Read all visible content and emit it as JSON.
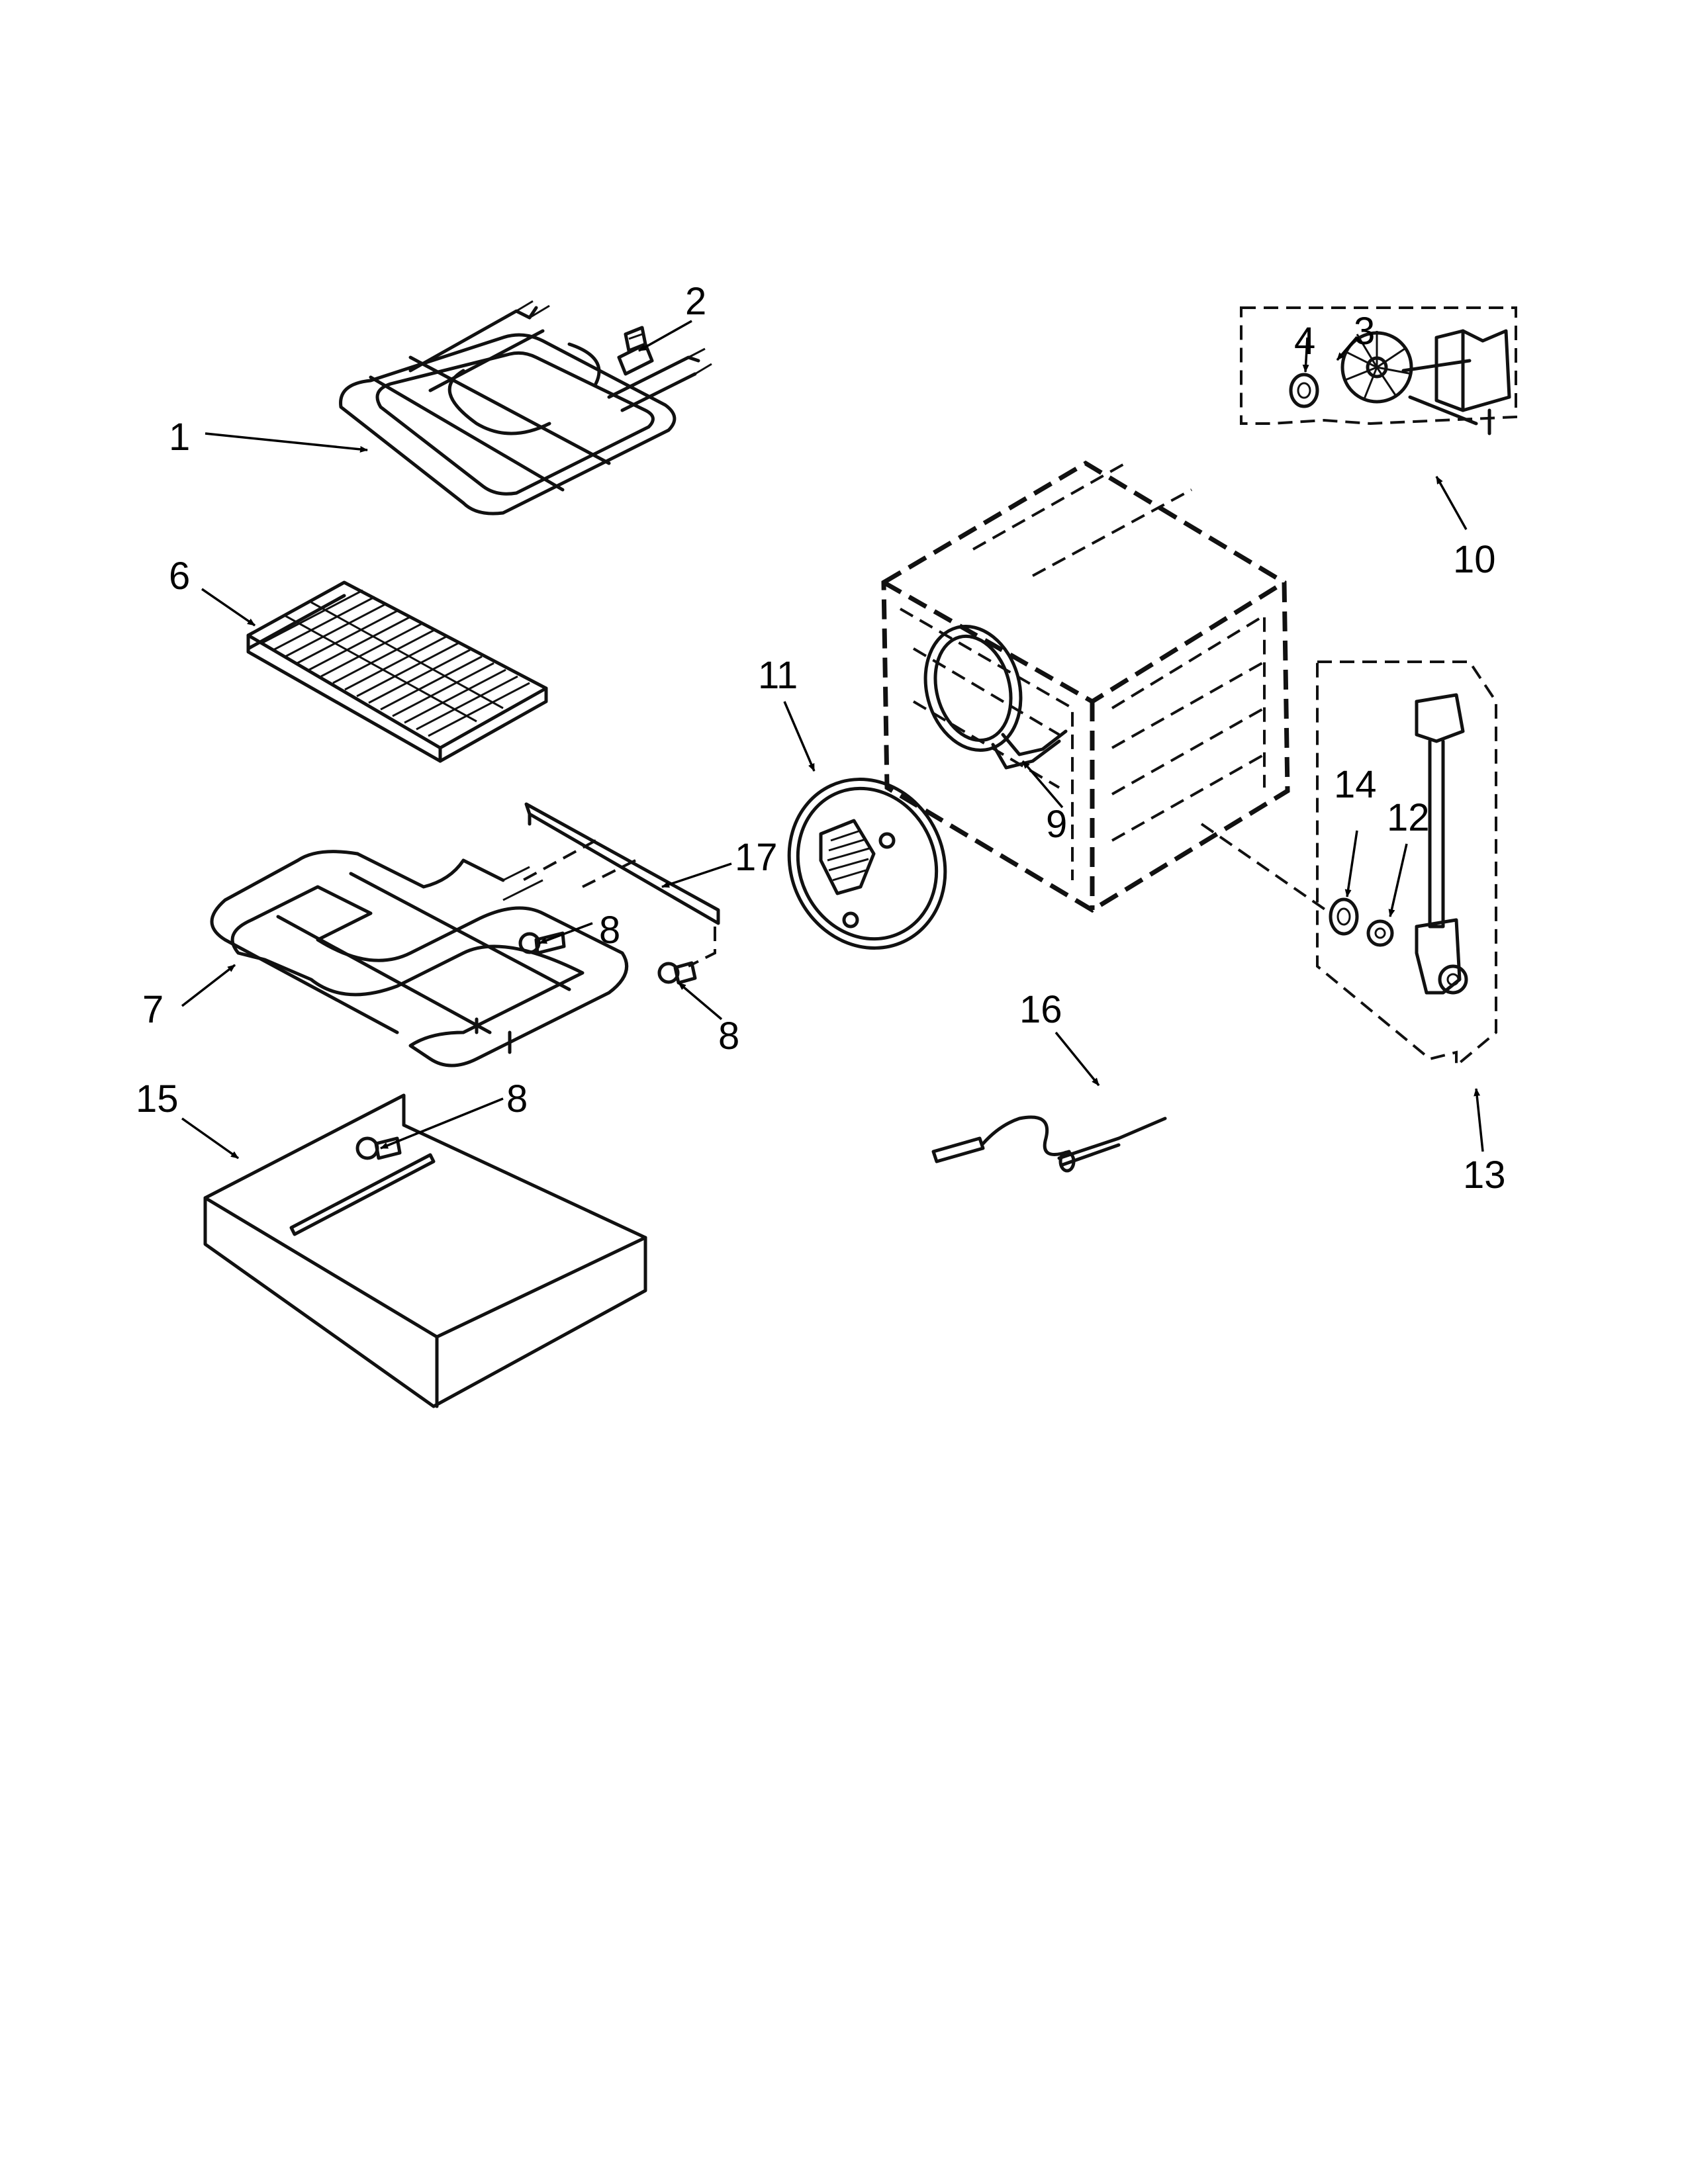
{
  "diagram": {
    "callouts": [
      {
        "id": "c1",
        "label": "1"
      },
      {
        "id": "c2",
        "label": "2"
      },
      {
        "id": "c3",
        "label": "3"
      },
      {
        "id": "c4",
        "label": "4"
      },
      {
        "id": "c6",
        "label": "6"
      },
      {
        "id": "c7",
        "label": "7"
      },
      {
        "id": "c8a",
        "label": "8"
      },
      {
        "id": "c8b",
        "label": "8"
      },
      {
        "id": "c8c",
        "label": "8"
      },
      {
        "id": "c9",
        "label": "9"
      },
      {
        "id": "c10",
        "label": "10"
      },
      {
        "id": "c11",
        "label": "11"
      },
      {
        "id": "c12",
        "label": "12"
      },
      {
        "id": "c13",
        "label": "13"
      },
      {
        "id": "c14",
        "label": "14"
      },
      {
        "id": "c15",
        "label": "15"
      },
      {
        "id": "c16",
        "label": "16"
      },
      {
        "id": "c17",
        "label": "17"
      }
    ]
  }
}
